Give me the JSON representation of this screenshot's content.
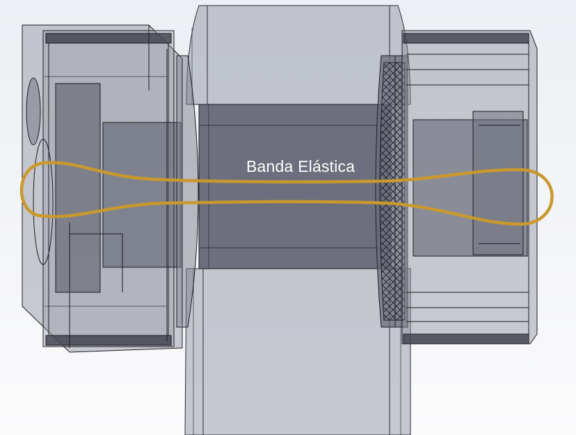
{
  "annotation": {
    "label": "Banda Elástica"
  },
  "colors": {
    "background": "#f0f2f5",
    "part_fill": "#8d909e",
    "shaft_fill": "#5e6170",
    "edge": "#1b1c22",
    "band": "#c9992e",
    "label_text": "#ffffff"
  },
  "scene": {
    "view": "wireframe-transparent",
    "parts": [
      "left-hub",
      "upper-roller",
      "lower-roller",
      "shaft",
      "mesh-coupling",
      "right-gear",
      "elastic-band"
    ]
  }
}
